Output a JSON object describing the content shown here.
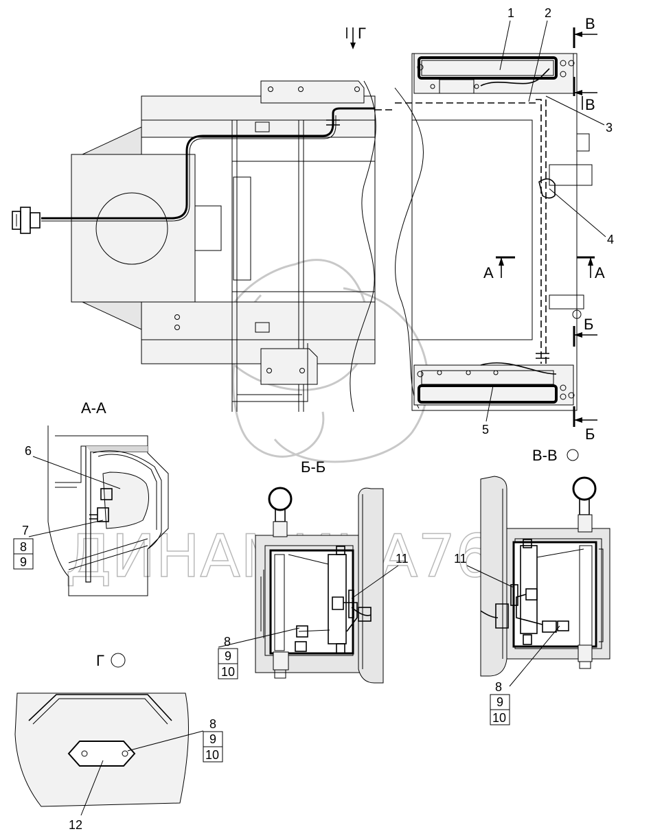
{
  "watermark": "ДИНАМИКА76",
  "logo": "Динамика76 logo",
  "views": {
    "section_aa": "А-А",
    "section_bb": "Б-Б",
    "section_vv": "В-В",
    "view_g": "Г"
  },
  "cut_markers": {
    "a": "А",
    "b": "Б",
    "v": "В",
    "g": "Г"
  },
  "callouts": {
    "c1": "1",
    "c2": "2",
    "c3": "3",
    "c4": "4",
    "c5": "5",
    "c6": "6",
    "c7": "7",
    "c8": "8",
    "c9": "9",
    "c10": "10",
    "c11": "11",
    "c12": "12"
  }
}
